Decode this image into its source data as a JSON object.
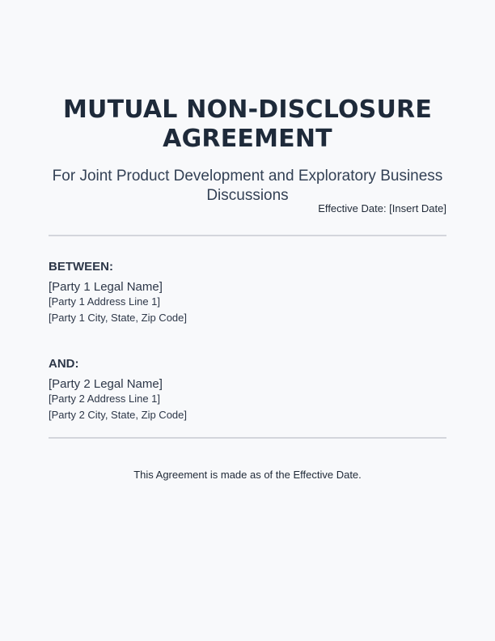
{
  "document": {
    "title": "MUTUAL NON-DISCLOSURE AGREEMENT",
    "subtitle": "For Joint Product Development and Exploratory Business Discussions",
    "effective_date": "Effective Date: [Insert Date]",
    "parties": [
      {
        "heading": "BETWEEN:",
        "legal_name": "[Party 1 Legal Name]",
        "address_line_1": "[Party 1 Address Line 1]",
        "city_state_zip": "[Party 1 City, State, Zip Code]"
      },
      {
        "heading": "AND:",
        "legal_name": "[Party 2 Legal Name]",
        "address_line_1": "[Party 2 Address Line 1]",
        "city_state_zip": "[Party 2 City, State, Zip Code]"
      }
    ],
    "intro_statement": "This Agreement is made as of the Effective Date."
  },
  "colors": {
    "background": "#f8f9fb",
    "title": "#1e2a3a",
    "subtitle": "#334155",
    "divider": "#d4d6dc",
    "body_text": "#2d3748"
  }
}
